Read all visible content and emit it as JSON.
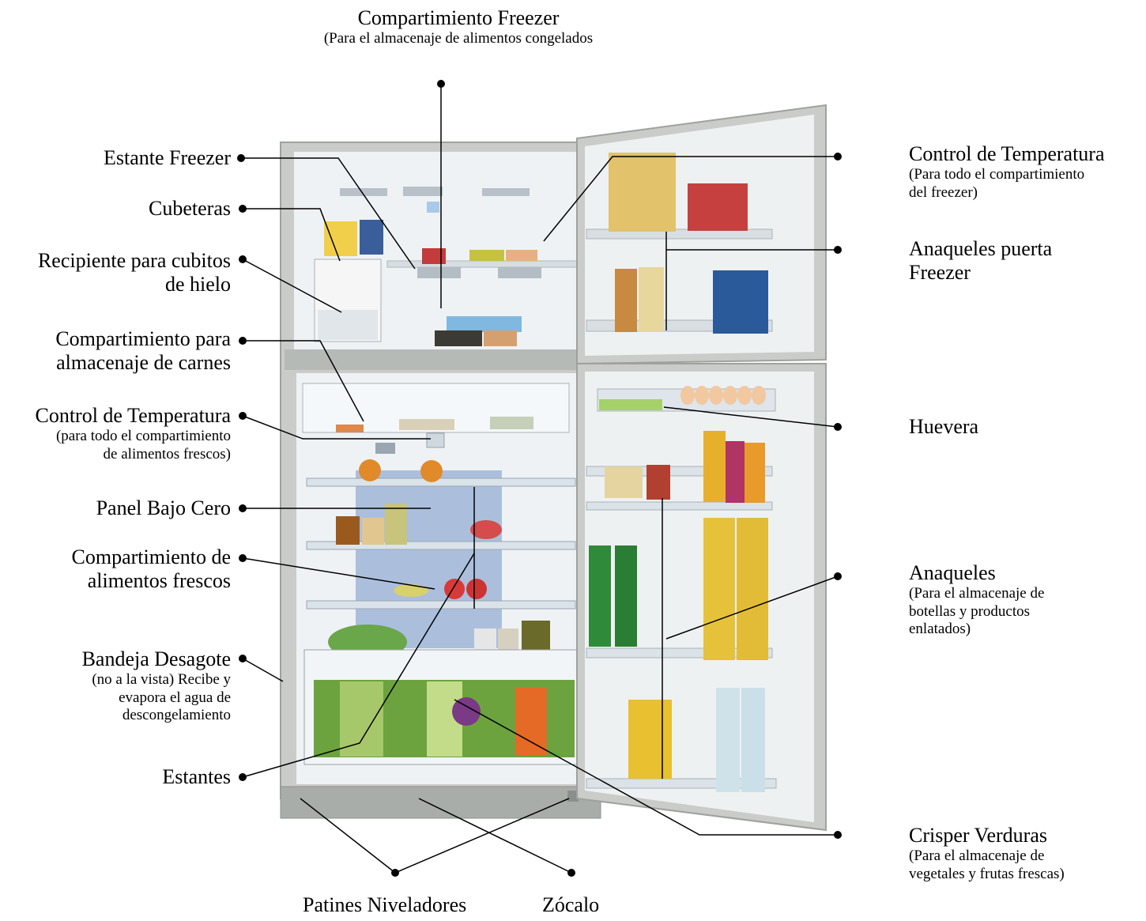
{
  "labels": {
    "freezer_compartment": {
      "title": "Compartimiento Freezer",
      "sub": "(Para el almacenaje de alimentos congelados"
    },
    "freezer_shelf": "Estante Freezer",
    "ice_trays": "Cubeteras",
    "ice_bin": {
      "line1": "Recipiente para cubitos",
      "line2": "de hielo"
    },
    "meat_compartment": {
      "line1": "Compartimiento para",
      "line2": "almacenaje de carnes"
    },
    "fresh_temp_control": {
      "title": "Control de Temperatura",
      "sub1": "(para todo el compartimiento",
      "sub2": "de alimentos frescos)"
    },
    "subzero_panel": "Panel Bajo Cero",
    "fresh_compartment": {
      "line1": "Compartimiento de",
      "line2": "alimentos frescos"
    },
    "drain_tray": {
      "title": "Bandeja Desagote",
      "sub1": "(no a la vista) Recibe y",
      "sub2": "evapora el agua de",
      "sub3": "descongelamiento"
    },
    "shelves": "Estantes",
    "leveling_feet": "Patines Niveladores",
    "plinth": "Zócalo",
    "freezer_temp_control": {
      "title": "Control de Temperatura",
      "sub1": "(Para todo el compartimiento",
      "sub2": "del freezer)"
    },
    "freezer_door_racks": {
      "line1": "Anaqueles puerta",
      "line2": "Freezer"
    },
    "egg_tray": "Huevera",
    "door_racks": {
      "title": "Anaqueles",
      "sub1": "(Para el almacenaje de",
      "sub2": "botellas y productos",
      "sub3": "enlatados)"
    },
    "crisper": {
      "title": "Crisper Verduras",
      "sub1": "(Para el almacenaje de",
      "sub2": "vegetales y frutas frescas)"
    }
  },
  "colors": {
    "line": "#000000",
    "cabinet": "#c9ccc8",
    "cabinet_dark": "#a9adaa",
    "interior": "#eef2f4",
    "panel_blue": "#9fb6d8"
  }
}
